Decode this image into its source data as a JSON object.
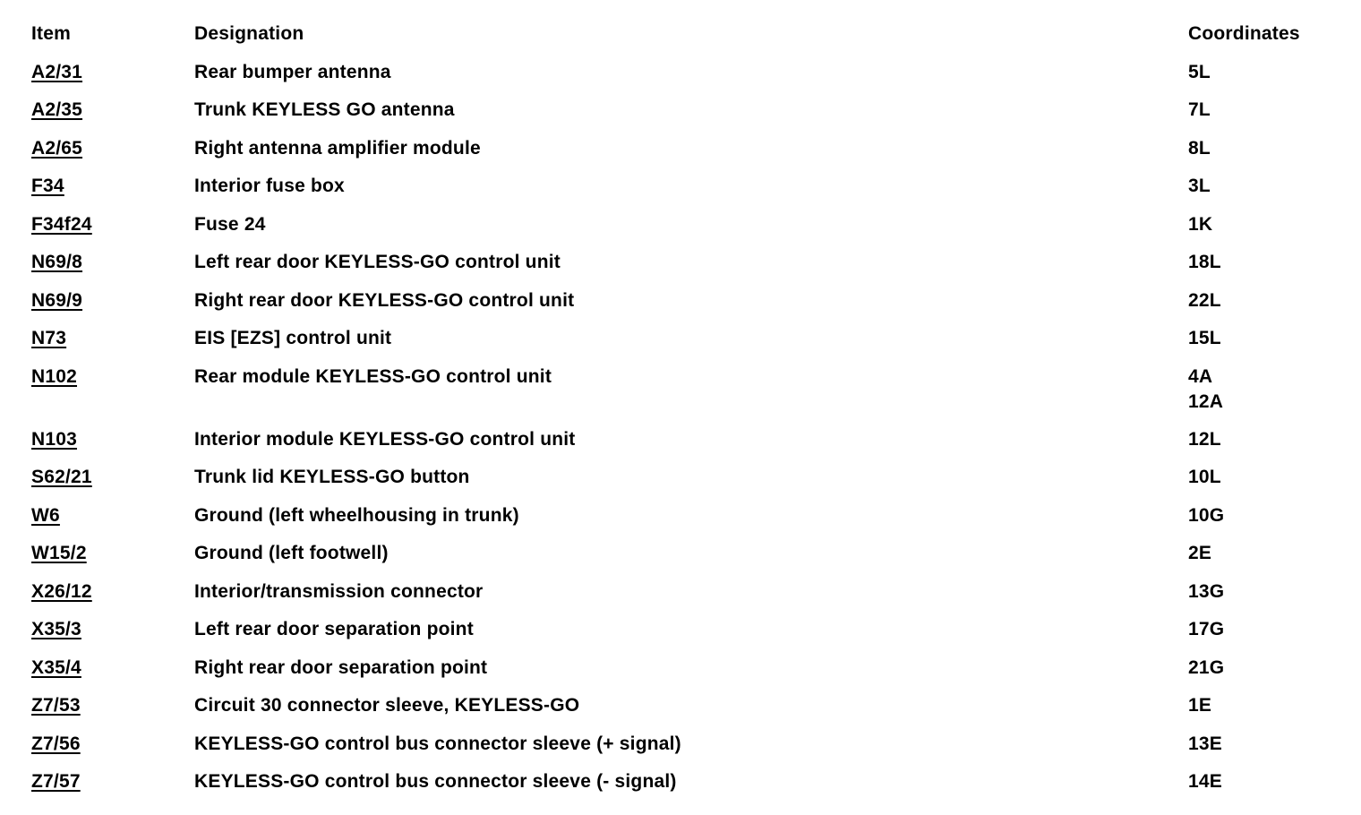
{
  "colors": {
    "text": "#000000",
    "background": "#ffffff"
  },
  "table": {
    "headers": {
      "item": "Item",
      "designation": "Designation",
      "coordinates": "Coordinates"
    },
    "rows": [
      {
        "item": "A2/31",
        "designation": "Rear bumper antenna",
        "coordinates": [
          "5L"
        ]
      },
      {
        "item": "A2/35",
        "designation": "Trunk KEYLESS GO antenna",
        "coordinates": [
          "7L"
        ]
      },
      {
        "item": "A2/65",
        "designation": "Right antenna amplifier module",
        "coordinates": [
          "8L"
        ]
      },
      {
        "item": "F34",
        "designation": "Interior fuse box",
        "coordinates": [
          "3L"
        ]
      },
      {
        "item": "F34f24",
        "designation": "Fuse 24",
        "coordinates": [
          "1K"
        ]
      },
      {
        "item": "N69/8",
        "designation": "Left rear door KEYLESS-GO control unit",
        "coordinates": [
          "18L"
        ]
      },
      {
        "item": "N69/9",
        "designation": "Right rear door KEYLESS-GO control unit",
        "coordinates": [
          "22L"
        ]
      },
      {
        "item": "N73",
        "designation": "EIS [EZS] control unit",
        "coordinates": [
          "15L"
        ]
      },
      {
        "item": "N102",
        "designation": "Rear module KEYLESS-GO control unit",
        "coordinates": [
          "4A",
          "12A"
        ]
      },
      {
        "item": "N103",
        "designation": "Interior module KEYLESS-GO control unit",
        "coordinates": [
          "12L"
        ]
      },
      {
        "item": "S62/21",
        "designation": "Trunk lid KEYLESS-GO button",
        "coordinates": [
          "10L"
        ]
      },
      {
        "item": "W6",
        "designation": "Ground (left wheelhousing in trunk)",
        "coordinates": [
          "10G"
        ]
      },
      {
        "item": "W15/2",
        "designation": "Ground (left footwell)",
        "coordinates": [
          "2E"
        ]
      },
      {
        "item": "X26/12",
        "designation": "Interior/transmission connector",
        "coordinates": [
          "13G"
        ]
      },
      {
        "item": "X35/3",
        "designation": "Left rear door separation point",
        "coordinates": [
          "17G"
        ]
      },
      {
        "item": "X35/4",
        "designation": "Right rear door separation point",
        "coordinates": [
          "21G"
        ]
      },
      {
        "item": "Z7/53",
        "designation": "Circuit 30 connector sleeve, KEYLESS-GO",
        "coordinates": [
          "1E"
        ]
      },
      {
        "item": "Z7/56",
        "designation": "KEYLESS-GO control bus connector sleeve (+ signal)",
        "coordinates": [
          "13E"
        ]
      },
      {
        "item": "Z7/57",
        "designation": "KEYLESS-GO control bus connector sleeve (- signal)",
        "coordinates": [
          "14E"
        ]
      }
    ]
  }
}
